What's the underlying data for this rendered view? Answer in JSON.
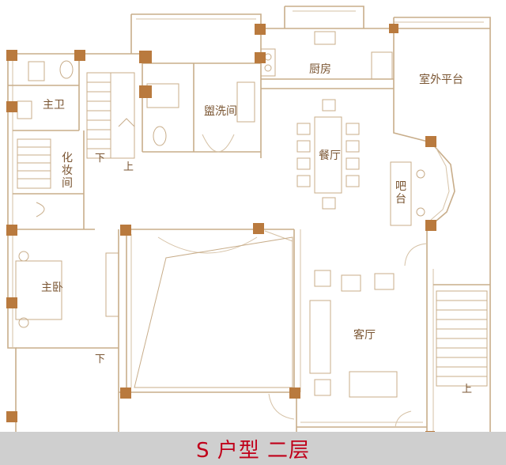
{
  "title": "S 户型  二层",
  "rooms": {
    "master_bath": "主卫",
    "washroom": "盥洗间",
    "kitchen": "厨房",
    "outdoor_terrace": "室外平台",
    "dining_room": "餐厅",
    "master_bedroom": "主卧",
    "living_room": "客厅",
    "dressing_room_chars": [
      "化",
      "妆",
      "间"
    ],
    "bar_chars": [
      "吧",
      "台"
    ]
  },
  "stairs": {
    "up": "上",
    "down": "下"
  },
  "colors": {
    "wall": "#c8ad8a",
    "column": "#b97a3e",
    "label": "#7a5532",
    "caption_bg": "#cfcfcf",
    "caption_text": "#c0001a"
  }
}
